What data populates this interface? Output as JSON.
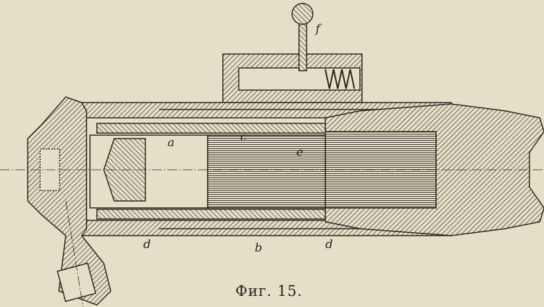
{
  "figure": {
    "caption": "Фиг. 15.",
    "labels": {
      "f": "f",
      "a": "a",
      "c": "c",
      "e": "e",
      "d_left": "d",
      "b": "b",
      "d_right": "d"
    }
  },
  "colors": {
    "paper": "#e6dfc8",
    "ink": "#2a241d"
  }
}
